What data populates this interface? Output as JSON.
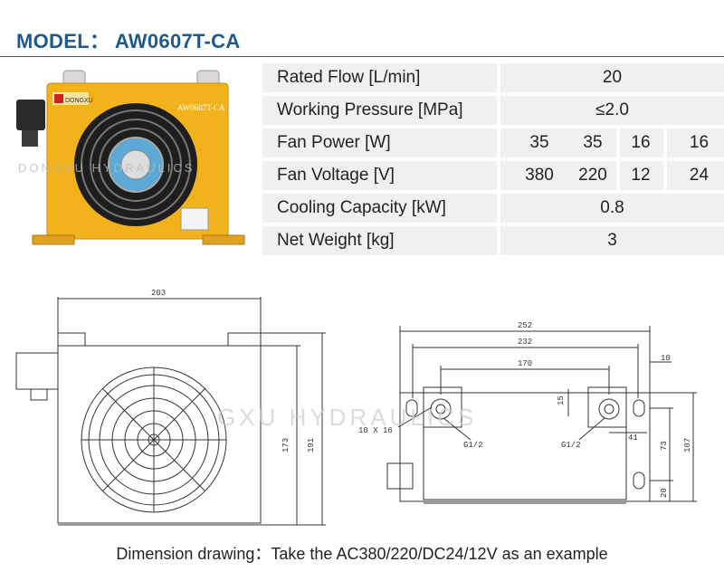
{
  "header": {
    "title": "MODEL： AW0607T-CA"
  },
  "product": {
    "brand": "DONGXU",
    "plate": "AW0607T-CA",
    "watermark": "DONGXU HYDRAULICS",
    "body_color": "#f2b21c"
  },
  "specs": {
    "rows": [
      {
        "label": "Rated Flow [L/min]",
        "value": "20"
      },
      {
        "label": "Working Pressure [MPa]",
        "value": "≤2.0"
      },
      {
        "label": "Fan Power [W]",
        "values": [
          "35",
          "35",
          "16",
          "16"
        ]
      },
      {
        "label": "Fan Voltage [V]",
        "values": [
          "380",
          "220",
          "12",
          "24"
        ]
      },
      {
        "label": "Cooling Capacity [kW]",
        "value": "0.8"
      },
      {
        "label": "Net Weight [kg]",
        "value": "3"
      }
    ]
  },
  "drawing": {
    "front": {
      "width": "203",
      "height_inner": "173",
      "height_outer": "191"
    },
    "side": {
      "d252": "252",
      "d232": "232",
      "d170": "170",
      "d10": "10",
      "d15": "15",
      "d41": "41",
      "d73": "73",
      "d107": "107",
      "d20": "20",
      "hole": "10 X 16",
      "port_left": "G1/2",
      "port_right": "G1/2"
    },
    "watermark": "GXU HYDRAULICS"
  },
  "caption": "Dimension drawing：Take the AC380/220/DC24/12V as an example"
}
